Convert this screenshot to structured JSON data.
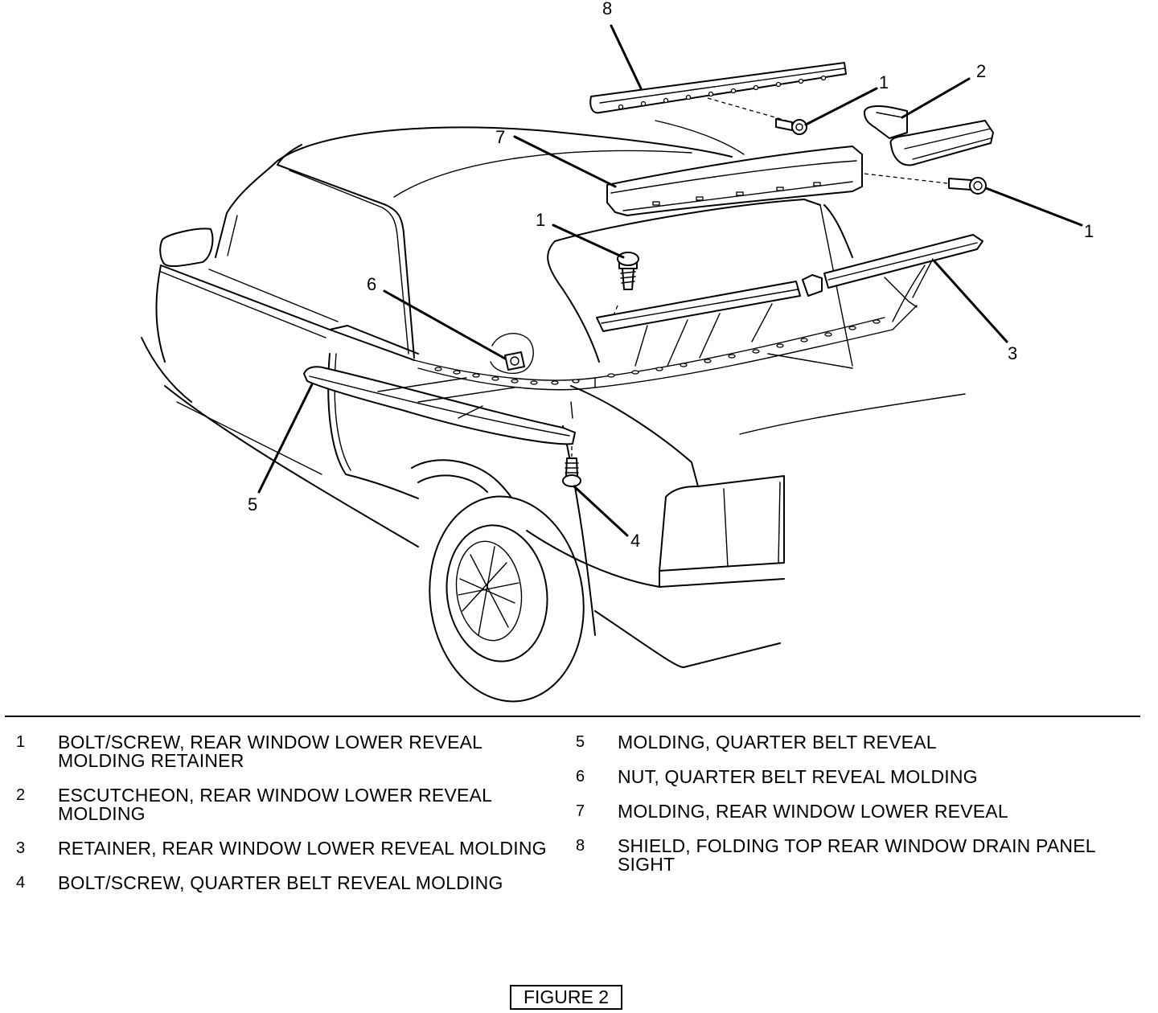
{
  "diagram": {
    "callouts": [
      "8",
      "1",
      "2",
      "7",
      "1",
      "1",
      "3",
      "6",
      "5",
      "4"
    ]
  },
  "legend": {
    "left": [
      {
        "num": "1",
        "text": "BOLT/SCREW, REAR WINDOW LOWER REVEAL MOLDING RETAINER"
      },
      {
        "num": "2",
        "text": "ESCUTCHEON, REAR WINDOW LOWER REVEAL MOLDING"
      },
      {
        "num": "3",
        "text": "RETAINER, REAR WINDOW LOWER REVEAL MOLDING"
      },
      {
        "num": "4",
        "text": "BOLT/SCREW, QUARTER BELT REVEAL MOLDING"
      }
    ],
    "right": [
      {
        "num": "5",
        "text": "MOLDING, QUARTER BELT REVEAL"
      },
      {
        "num": "6",
        "text": "NUT, QUARTER BELT REVEAL MOLDING"
      },
      {
        "num": "7",
        "text": "MOLDING, REAR WINDOW LOWER REVEAL"
      },
      {
        "num": "8",
        "text": "SHIELD, FOLDING TOP REAR WINDOW DRAIN PANEL SIGHT"
      }
    ]
  },
  "figure_label": "FIGURE 2"
}
